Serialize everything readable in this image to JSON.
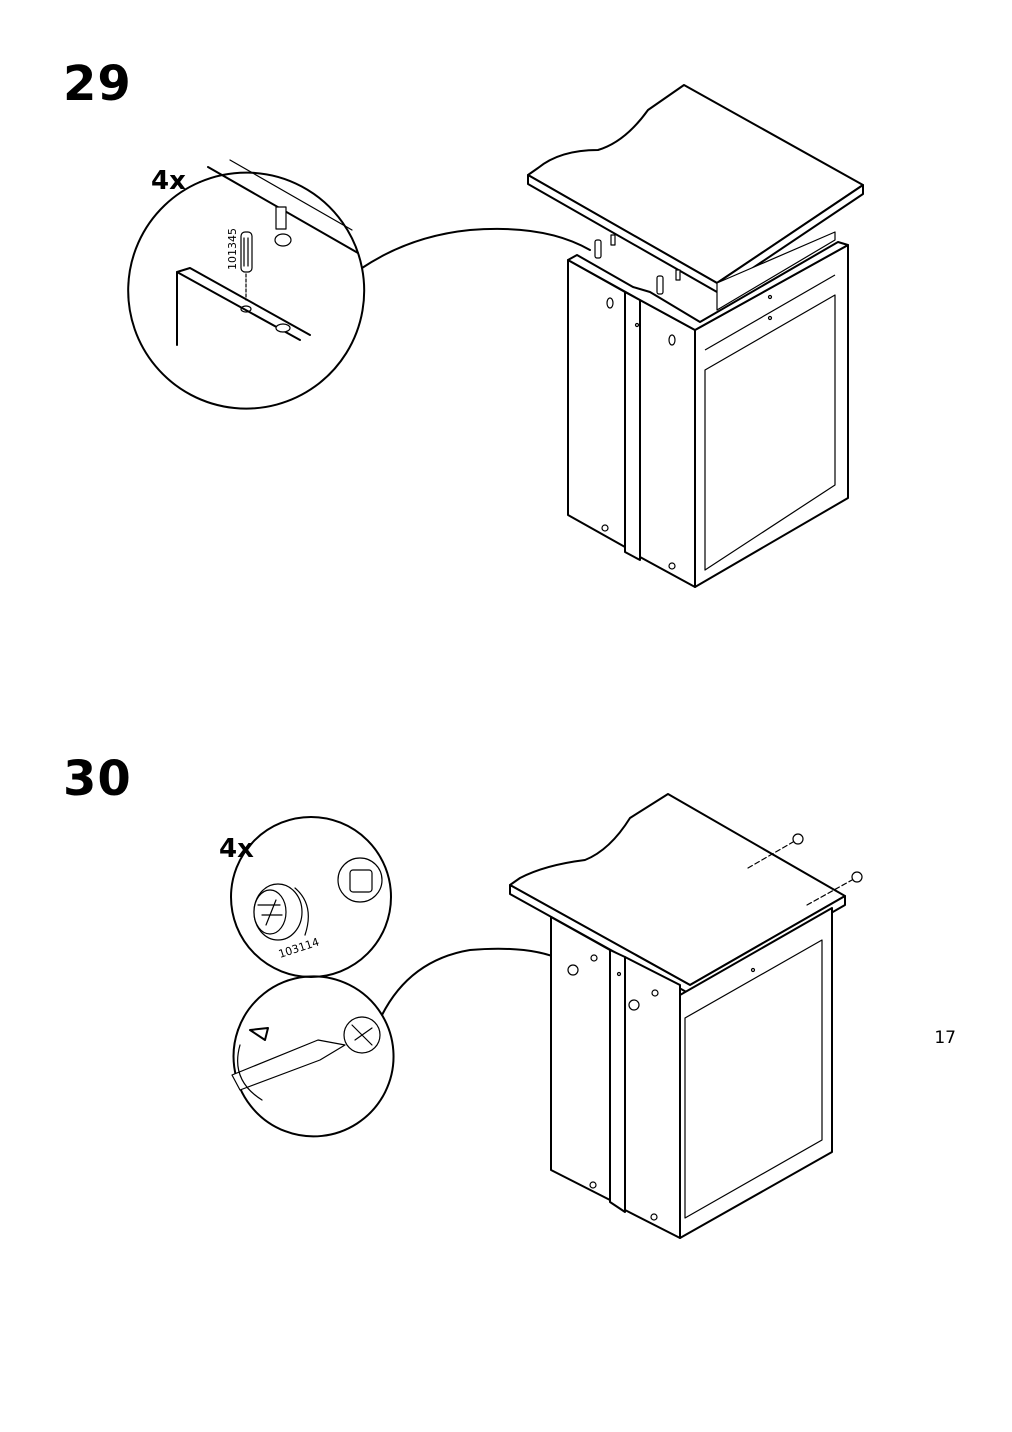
{
  "page": {
    "number": "17"
  },
  "steps": [
    {
      "number": "29",
      "quantity": "4x",
      "part_code": "101345",
      "part_icon": "wooden-dowel-icon"
    },
    {
      "number": "30",
      "quantity": "4x",
      "part_code": "103114",
      "part_icon": "cam-lock-nut-icon",
      "tool_icon": "flathead-screwdriver-icon"
    }
  ]
}
